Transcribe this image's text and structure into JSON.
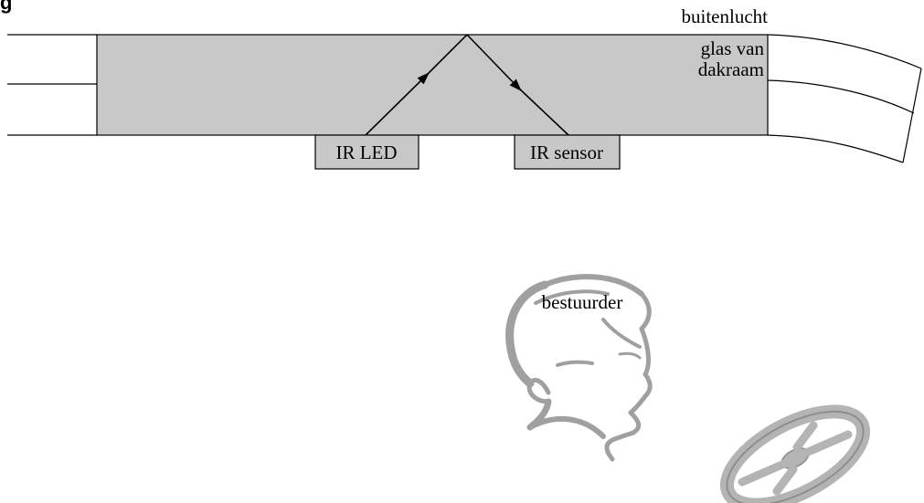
{
  "figure_label": "g",
  "labels": {
    "outside_air": "buitenlucht",
    "glass_line1": "glas van",
    "glass_line2": "dakraam",
    "ir_led": "IR LED",
    "ir_sensor": "IR sensor",
    "driver": "bestuurder"
  },
  "colors": {
    "glass_fill": "#c8c8c8",
    "box_fill": "#c8c8c8",
    "line": "#000000",
    "sketch": "#a0a0a0",
    "wheel": "#b4b4b4"
  },
  "icons": {
    "driver": "driver-head-sketch",
    "steering_wheel": "steering-wheel-icon"
  }
}
